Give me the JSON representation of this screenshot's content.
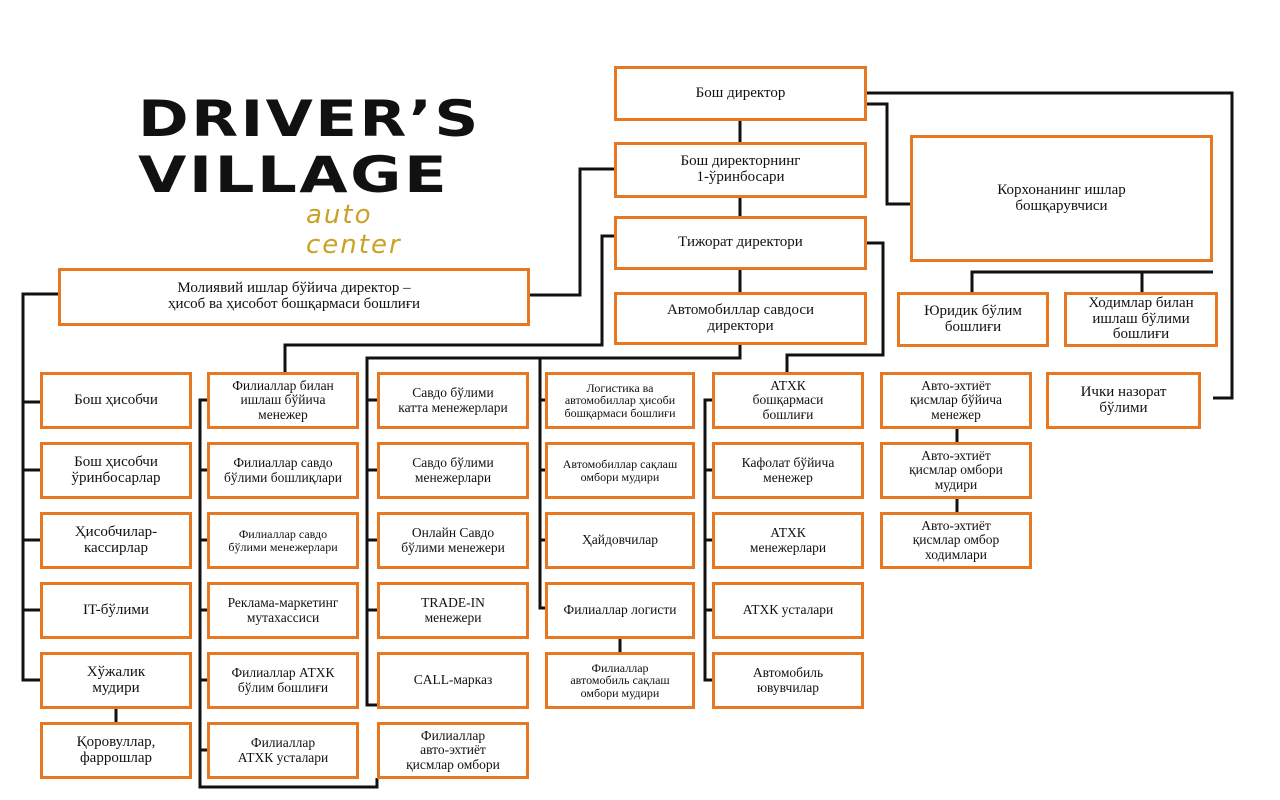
{
  "logo": {
    "line1": "DRIVER’S",
    "line2": "VILLAGE",
    "sub": "auto center"
  },
  "colors": {
    "box_border": "#e87722",
    "connector": "#111111",
    "logo_accent": "#c9a227"
  },
  "org": {
    "ceo": "Бош директор",
    "deputy": "Бош директорнинг\n1-ўринбосари",
    "affairs_manager": "Корхонанинг ишлар\nбошқарувчиси",
    "commercial_director": "Тижорат директори",
    "finance_director": "Молиявий ишлар бўйича директор –\nҳисоб ва ҳисобот бошқармаси бошлиғи",
    "car_sales_director": "Автомобиллар савдоси\nдиректори",
    "legal_head": "Юридик бўлим\nбошлиғи",
    "hr_head": "Ходимлар билан\nишлаш бўлими\nбошлиғи",
    "internal_control": "Ички назорат\nбўлими",
    "col1": [
      "Бош ҳисобчи",
      "Бош ҳисобчи\nўринбосарлар",
      "Ҳисобчилар-\nкассирлар",
      "IT-бўлими",
      "Хўжалик\nмудири",
      "Қоровуллар,\nфаррошлар"
    ],
    "col2": [
      "Филиаллар билан\nишлаш бўйича\nменежер",
      "Филиаллар савдо\nбўлими бошлиқлари",
      "Филиаллар савдо\nбўлими менежерлари",
      "Реклама-маркетинг\nмутахассиси",
      "Филиаллар АТХК\nбўлим бошлиғи",
      "Филиаллар\nАТХК усталари"
    ],
    "col3": [
      "Савдо бўлими\nкатта менежерлари",
      "Савдо бўлими\nменежерлари",
      "Онлайн Савдо\nбўлими  менежери",
      "TRADE-IN\nменежери",
      "CALL-марказ",
      "Филиаллар\nавто-эхтиёт\nқисмлар омбори"
    ],
    "col4": [
      "Логистика ва\nавтомобиллар ҳисоби\nбошқармаси бошлиғи",
      "Автомобиллар сақлаш\nомбори мудири",
      "Ҳайдовчилар",
      "Филиаллар логисти",
      "Филиаллар\nавтомобиль сақлаш\nомбори мудири"
    ],
    "col5": [
      "АТХК\nбошқармаси\nбошлиғи",
      "Кафолат бўйича\nменежер",
      "АТХК\nменежерлари",
      "АТХК усталари",
      "Автомобиль\nювувчилар"
    ],
    "col6": [
      "Авто-эхтиёт\nқисмлар бўйича\nменежер",
      "Авто-эхтиёт\nқисмлар омбори\nмудири",
      "Авто-эхтиёт\nқисмлар омбор\nходимлари"
    ]
  }
}
